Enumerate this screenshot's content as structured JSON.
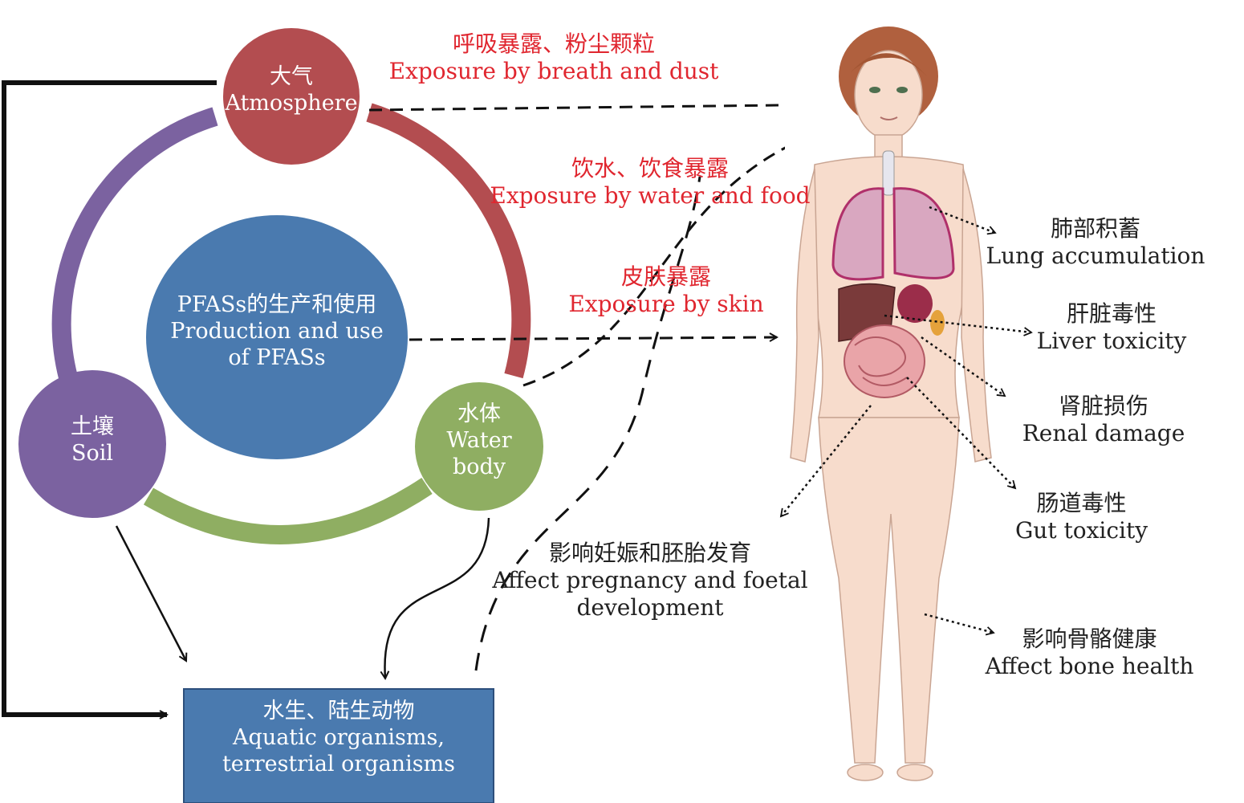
{
  "colors": {
    "atmosphere": "#b34d50",
    "center": "#4a7aaf",
    "soil": "#7b62a0",
    "water": "#8fae62",
    "box": "#4a7aaf",
    "exposure_text": "#e0262f",
    "effect_text": "#222222",
    "skin": "#f7dccc",
    "lung": "#d9a7c0",
    "liver": "#7a3a3a",
    "intestine": "#e9a4a8"
  },
  "nodes": {
    "atmosphere": {
      "zh": "大气",
      "en": "Atmosphere"
    },
    "center": {
      "zh": "PFASs的生产和使用",
      "en1": "Production and use",
      "en2": "of PFASs"
    },
    "soil": {
      "zh": "土壤",
      "en": "Soil"
    },
    "water": {
      "zh": "水体",
      "en1": "Water",
      "en2": "body"
    },
    "organisms": {
      "zh": "水生、陆生动物",
      "en1": "Aquatic organisms,",
      "en2": "terrestrial organisms"
    }
  },
  "exposures": [
    {
      "zh": "呼吸暴露、粉尘颗粒",
      "en": "Exposure by breath and dust"
    },
    {
      "zh": "饮水、饮食暴露",
      "en": "Exposure by water and food"
    },
    {
      "zh": "皮肤暴露",
      "en": "Exposure by skin"
    }
  ],
  "effects": {
    "lung": {
      "zh": "肺部积蓄",
      "en": "Lung accumulation"
    },
    "liver": {
      "zh": "肝脏毒性",
      "en": "Liver toxicity"
    },
    "renal": {
      "zh": "肾脏损伤",
      "en": "Renal damage"
    },
    "gut": {
      "zh": "肠道毒性",
      "en": "Gut toxicity"
    },
    "pregnancy": {
      "zh": "影响妊娠和胚胎发育",
      "en1": "Affect pregnancy and foetal",
      "en2": "development"
    },
    "bone": {
      "zh": "影响骨骼健康",
      "en": "Affect bone health"
    }
  },
  "human_figure": {
    "icon": "human-body-icon"
  }
}
